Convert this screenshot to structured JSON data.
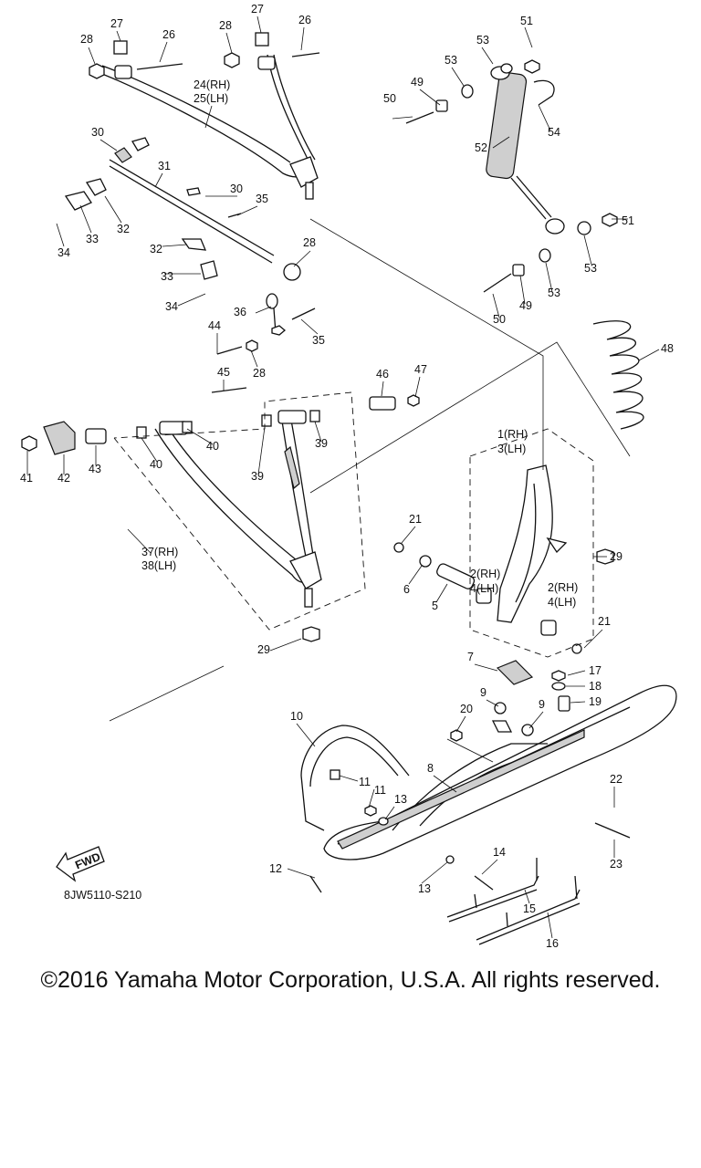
{
  "diagram": {
    "code": "8JW5110-S210",
    "fwd_label": "FWD",
    "callouts": [
      {
        "id": "c1",
        "text": "1(RH)"
      },
      {
        "id": "c3",
        "text": "3(LH)"
      },
      {
        "id": "c2a",
        "text": "2(RH)"
      },
      {
        "id": "c4a",
        "text": "4(LH)"
      },
      {
        "id": "c2b",
        "text": "2(RH)"
      },
      {
        "id": "c4b",
        "text": "4(LH)"
      },
      {
        "id": "c5",
        "text": "5"
      },
      {
        "id": "c6",
        "text": "6"
      },
      {
        "id": "c7",
        "text": "7"
      },
      {
        "id": "c8",
        "text": "8"
      },
      {
        "id": "c9a",
        "text": "9"
      },
      {
        "id": "c9b",
        "text": "9"
      },
      {
        "id": "c10",
        "text": "10"
      },
      {
        "id": "c11a",
        "text": "11"
      },
      {
        "id": "c11b",
        "text": "11"
      },
      {
        "id": "c12",
        "text": "12"
      },
      {
        "id": "c13a",
        "text": "13"
      },
      {
        "id": "c13b",
        "text": "13"
      },
      {
        "id": "c14",
        "text": "14"
      },
      {
        "id": "c15",
        "text": "15"
      },
      {
        "id": "c16",
        "text": "16"
      },
      {
        "id": "c17",
        "text": "17"
      },
      {
        "id": "c18",
        "text": "18"
      },
      {
        "id": "c19",
        "text": "19"
      },
      {
        "id": "c20",
        "text": "20"
      },
      {
        "id": "c21a",
        "text": "21"
      },
      {
        "id": "c21b",
        "text": "21"
      },
      {
        "id": "c22",
        "text": "22"
      },
      {
        "id": "c23",
        "text": "23"
      },
      {
        "id": "c24",
        "text": "24(RH)"
      },
      {
        "id": "c25",
        "text": "25(LH)"
      },
      {
        "id": "c26a",
        "text": "26"
      },
      {
        "id": "c26b",
        "text": "26"
      },
      {
        "id": "c27a",
        "text": "27"
      },
      {
        "id": "c27b",
        "text": "27"
      },
      {
        "id": "c28a",
        "text": "28"
      },
      {
        "id": "c28b",
        "text": "28"
      },
      {
        "id": "c28c",
        "text": "28"
      },
      {
        "id": "c28d",
        "text": "28"
      },
      {
        "id": "c29a",
        "text": "29"
      },
      {
        "id": "c29b",
        "text": "29"
      },
      {
        "id": "c30a",
        "text": "30"
      },
      {
        "id": "c30b",
        "text": "30"
      },
      {
        "id": "c31",
        "text": "31"
      },
      {
        "id": "c32a",
        "text": "32"
      },
      {
        "id": "c32b",
        "text": "32"
      },
      {
        "id": "c33a",
        "text": "33"
      },
      {
        "id": "c33b",
        "text": "33"
      },
      {
        "id": "c34a",
        "text": "34"
      },
      {
        "id": "c34b",
        "text": "34"
      },
      {
        "id": "c35a",
        "text": "35"
      },
      {
        "id": "c35b",
        "text": "35"
      },
      {
        "id": "c36",
        "text": "36"
      },
      {
        "id": "c37",
        "text": "37(RH)"
      },
      {
        "id": "c38",
        "text": "38(LH)"
      },
      {
        "id": "c39a",
        "text": "39"
      },
      {
        "id": "c39b",
        "text": "39"
      },
      {
        "id": "c40a",
        "text": "40"
      },
      {
        "id": "c40b",
        "text": "40"
      },
      {
        "id": "c41",
        "text": "41"
      },
      {
        "id": "c42",
        "text": "42"
      },
      {
        "id": "c43",
        "text": "43"
      },
      {
        "id": "c44",
        "text": "44"
      },
      {
        "id": "c45",
        "text": "45"
      },
      {
        "id": "c46",
        "text": "46"
      },
      {
        "id": "c47",
        "text": "47"
      },
      {
        "id": "c48",
        "text": "48"
      },
      {
        "id": "c49a",
        "text": "49"
      },
      {
        "id": "c49b",
        "text": "49"
      },
      {
        "id": "c50a",
        "text": "50"
      },
      {
        "id": "c50b",
        "text": "50"
      },
      {
        "id": "c51a",
        "text": "51"
      },
      {
        "id": "c51b",
        "text": "51"
      },
      {
        "id": "c52",
        "text": "52"
      },
      {
        "id": "c53a",
        "text": "53"
      },
      {
        "id": "c53b",
        "text": "53"
      },
      {
        "id": "c53c",
        "text": "53"
      },
      {
        "id": "c53d",
        "text": "53"
      },
      {
        "id": "c54",
        "text": "54"
      }
    ]
  },
  "copyright": "©2016 Yamaha Motor Corporation, U.S.A. All rights reserved."
}
